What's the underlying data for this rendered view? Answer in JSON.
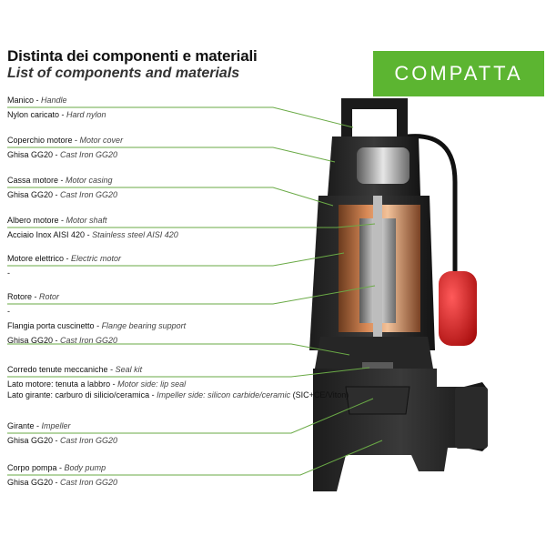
{
  "header": {
    "title_it": "Distinta dei componenti e materiali",
    "title_en": "List of components and materials"
  },
  "brand": {
    "logo_text": "COMPATTA",
    "color": "#5cb531"
  },
  "leader_color": "#6aaa46",
  "components": [
    {
      "it": "Manico",
      "en": "Handle",
      "mat_it": "Nylon caricato",
      "mat_en": "Hard nylon"
    },
    {
      "it": "Coperchio motore",
      "en": "Motor cover",
      "mat_it": "Ghisa GG20",
      "mat_en": "Cast Iron GG20"
    },
    {
      "it": "Cassa motore",
      "en": "Motor casing",
      "mat_it": "Ghisa GG20",
      "mat_en": "Cast Iron GG20"
    },
    {
      "it": "Albero motore",
      "en": "Motor shaft",
      "mat_it": "Acciaio Inox AISI 420",
      "mat_en": "Stainless steel AISI 420"
    },
    {
      "it": "Motore elettrico",
      "en": "Electric motor",
      "mat_it": "-",
      "mat_en": ""
    },
    {
      "it": "Rotore",
      "en": "Rotor",
      "mat_it": "-",
      "mat_en": ""
    },
    {
      "it": "Flangia porta cuscinetto",
      "en": "Flange bearing support",
      "mat_it": "Ghisa GG20",
      "mat_en": "Cast Iron GG20"
    },
    {
      "it": "Corredo tenute meccaniche",
      "en": "Seal kit",
      "mat_it": "Lato motore: tenuta a labbro",
      "mat_en": "Motor side: lip seal",
      "extra_it": "Lato girante: carburo di silicio/ceramica",
      "extra_en": "Impeller side: silicon carbide/ceramic",
      "extra_tail": "(SIC+CE/Viton)"
    },
    {
      "it": "Girante",
      "en": "Impeller",
      "mat_it": "Ghisa GG20",
      "mat_en": "Cast Iron GG20"
    },
    {
      "it": "Corpo pompa",
      "en": "Body pump",
      "mat_it": "Ghisa GG20",
      "mat_en": "Cast Iron GG20"
    }
  ]
}
